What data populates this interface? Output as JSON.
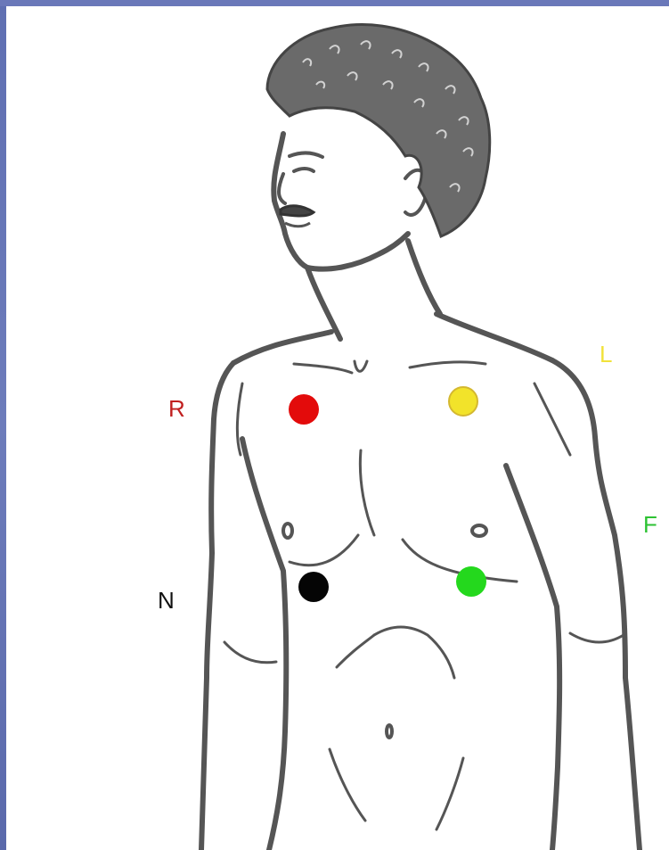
{
  "colors": {
    "right_arm": "#e30b0b",
    "left_arm": "#f2e32a",
    "left_leg": "#24d81d",
    "neutral": "#050505",
    "label_right": "#c01f1f",
    "label_left": "#f1e23a",
    "label_foot": "#2dc233",
    "label_neutral": "#111111",
    "frame": "#6a78b9",
    "outline": "#555555"
  },
  "labels": {
    "right_arm": "R",
    "left_arm": "L",
    "left_leg": "F",
    "neutral": "N"
  }
}
